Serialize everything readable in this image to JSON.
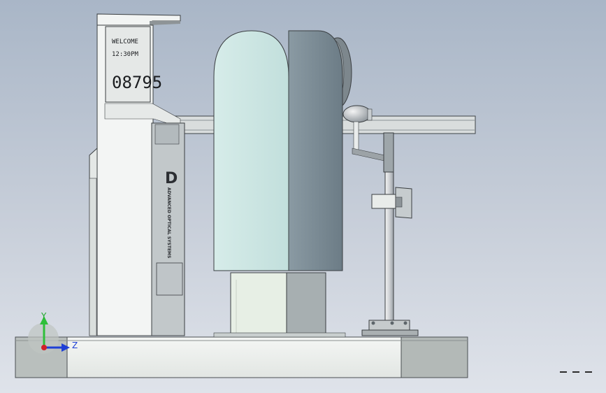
{
  "kiosk": {
    "screen_line1": "WELCOME",
    "screen_line2": "12:30PM",
    "screen_number": "08795",
    "logo_letter": "D",
    "brand_text": "ADVANCED OPTICAL SYSTEMS"
  },
  "triad": {
    "y_label": "Y",
    "z_label": "Z"
  },
  "colors": {
    "background_top": "#a9b6c7",
    "axis_y": "#2fbf3a",
    "axis_z": "#1e3fd6",
    "axis_origin": "#d0202a"
  }
}
